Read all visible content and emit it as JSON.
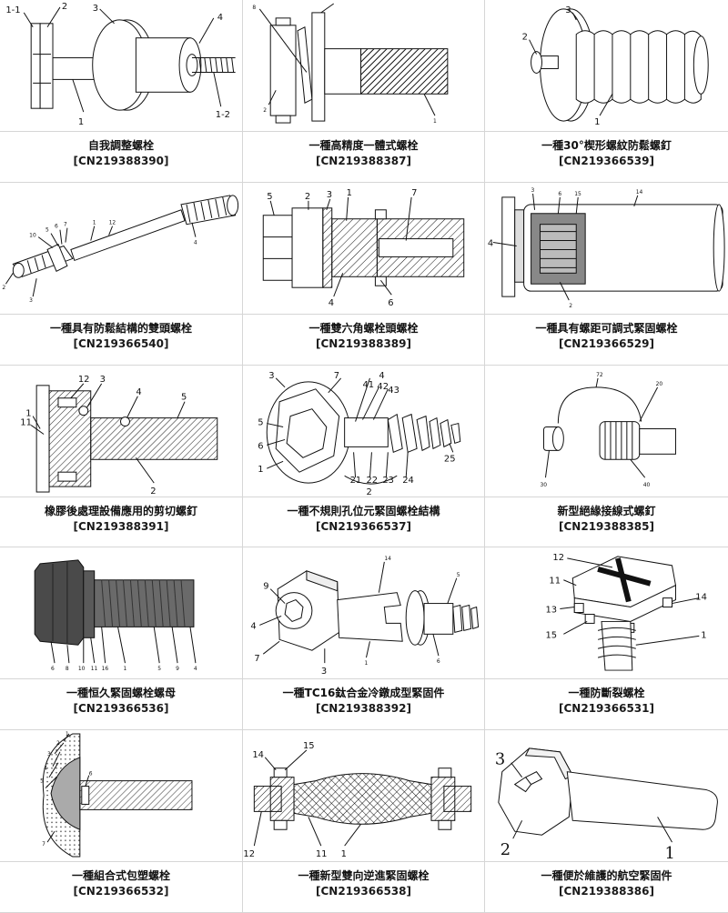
{
  "patents": [
    {
      "title": "自我調整螺栓",
      "number": "[CN219388390]",
      "labels": [
        "1-1",
        "2",
        "3",
        "4",
        "1-2",
        "1"
      ]
    },
    {
      "title": "一種高精度一體式螺栓",
      "number": "[CN219388387]",
      "labels": [
        "8",
        "1",
        "2"
      ]
    },
    {
      "title": "一種30°楔形螺紋防鬆螺釘",
      "number": "[CN219366539]",
      "labels": [
        "3",
        "2",
        "1"
      ]
    },
    {
      "title": "一種具有防鬆結構的雙頭螺栓",
      "number": "[CN219366540]",
      "labels": [
        "10",
        "5",
        "6",
        "7",
        "1",
        "12",
        "4",
        "2",
        "3"
      ]
    },
    {
      "title": "一種雙六角螺栓頭螺栓",
      "number": "[CN219388389]",
      "labels": [
        "5",
        "2",
        "3",
        "1",
        "7",
        "4",
        "6"
      ]
    },
    {
      "title": "一種具有螺距可調式緊固螺栓",
      "number": "[CN219366529]",
      "labels": [
        "3",
        "6",
        "15",
        "14",
        "4",
        "2"
      ]
    },
    {
      "title": "橡膠後處理設備應用的剪切螺釘",
      "number": "[CN219388391]",
      "labels": [
        "12",
        "3",
        "4",
        "5",
        "1",
        "11",
        "2"
      ]
    },
    {
      "title": "一種不規則孔位元緊固螺栓結構",
      "number": "[CN219366537]",
      "labels": [
        "7",
        "4",
        "41",
        "42",
        "43",
        "3",
        "5",
        "6",
        "1",
        "25",
        "21",
        "22",
        "23",
        "24",
        "2"
      ]
    },
    {
      "title": "新型絕緣接線式螺釘",
      "number": "[CN219388385]",
      "labels": [
        "72",
        "20",
        "30",
        "40"
      ]
    },
    {
      "title": "一種恒久緊固螺栓螺母",
      "number": "[CN219366536]",
      "labels": [
        "6",
        "8",
        "10",
        "11",
        "16",
        "1",
        "5",
        "9",
        "4"
      ]
    },
    {
      "title": "一種TC16鈦合金冷鐓成型緊固件",
      "number": "[CN219388392]",
      "labels": [
        "14",
        "5",
        "9",
        "4",
        "7",
        "3",
        "1",
        "6"
      ]
    },
    {
      "title": "一種防斷裂螺栓",
      "number": "[CN219366531]",
      "labels": [
        "12",
        "11",
        "13",
        "14",
        "15",
        "1"
      ]
    },
    {
      "title": "一種組合式包塑螺栓",
      "number": "[CN219366532]",
      "labels": [
        "1",
        "2",
        "3",
        "4",
        "5",
        "6",
        "7"
      ]
    },
    {
      "title": "一種新型雙向逆進緊固螺栓",
      "number": "[CN219366538]",
      "labels": [
        "14",
        "15",
        "12",
        "11",
        "1"
      ]
    },
    {
      "title": "一種便於維護的航空緊固件",
      "number": "[CN219388386]",
      "labels": [
        "3",
        "2",
        "1"
      ]
    }
  ],
  "colors": {
    "line": "#111111",
    "grid": "#d6d6d6",
    "shade": "#555555"
  }
}
